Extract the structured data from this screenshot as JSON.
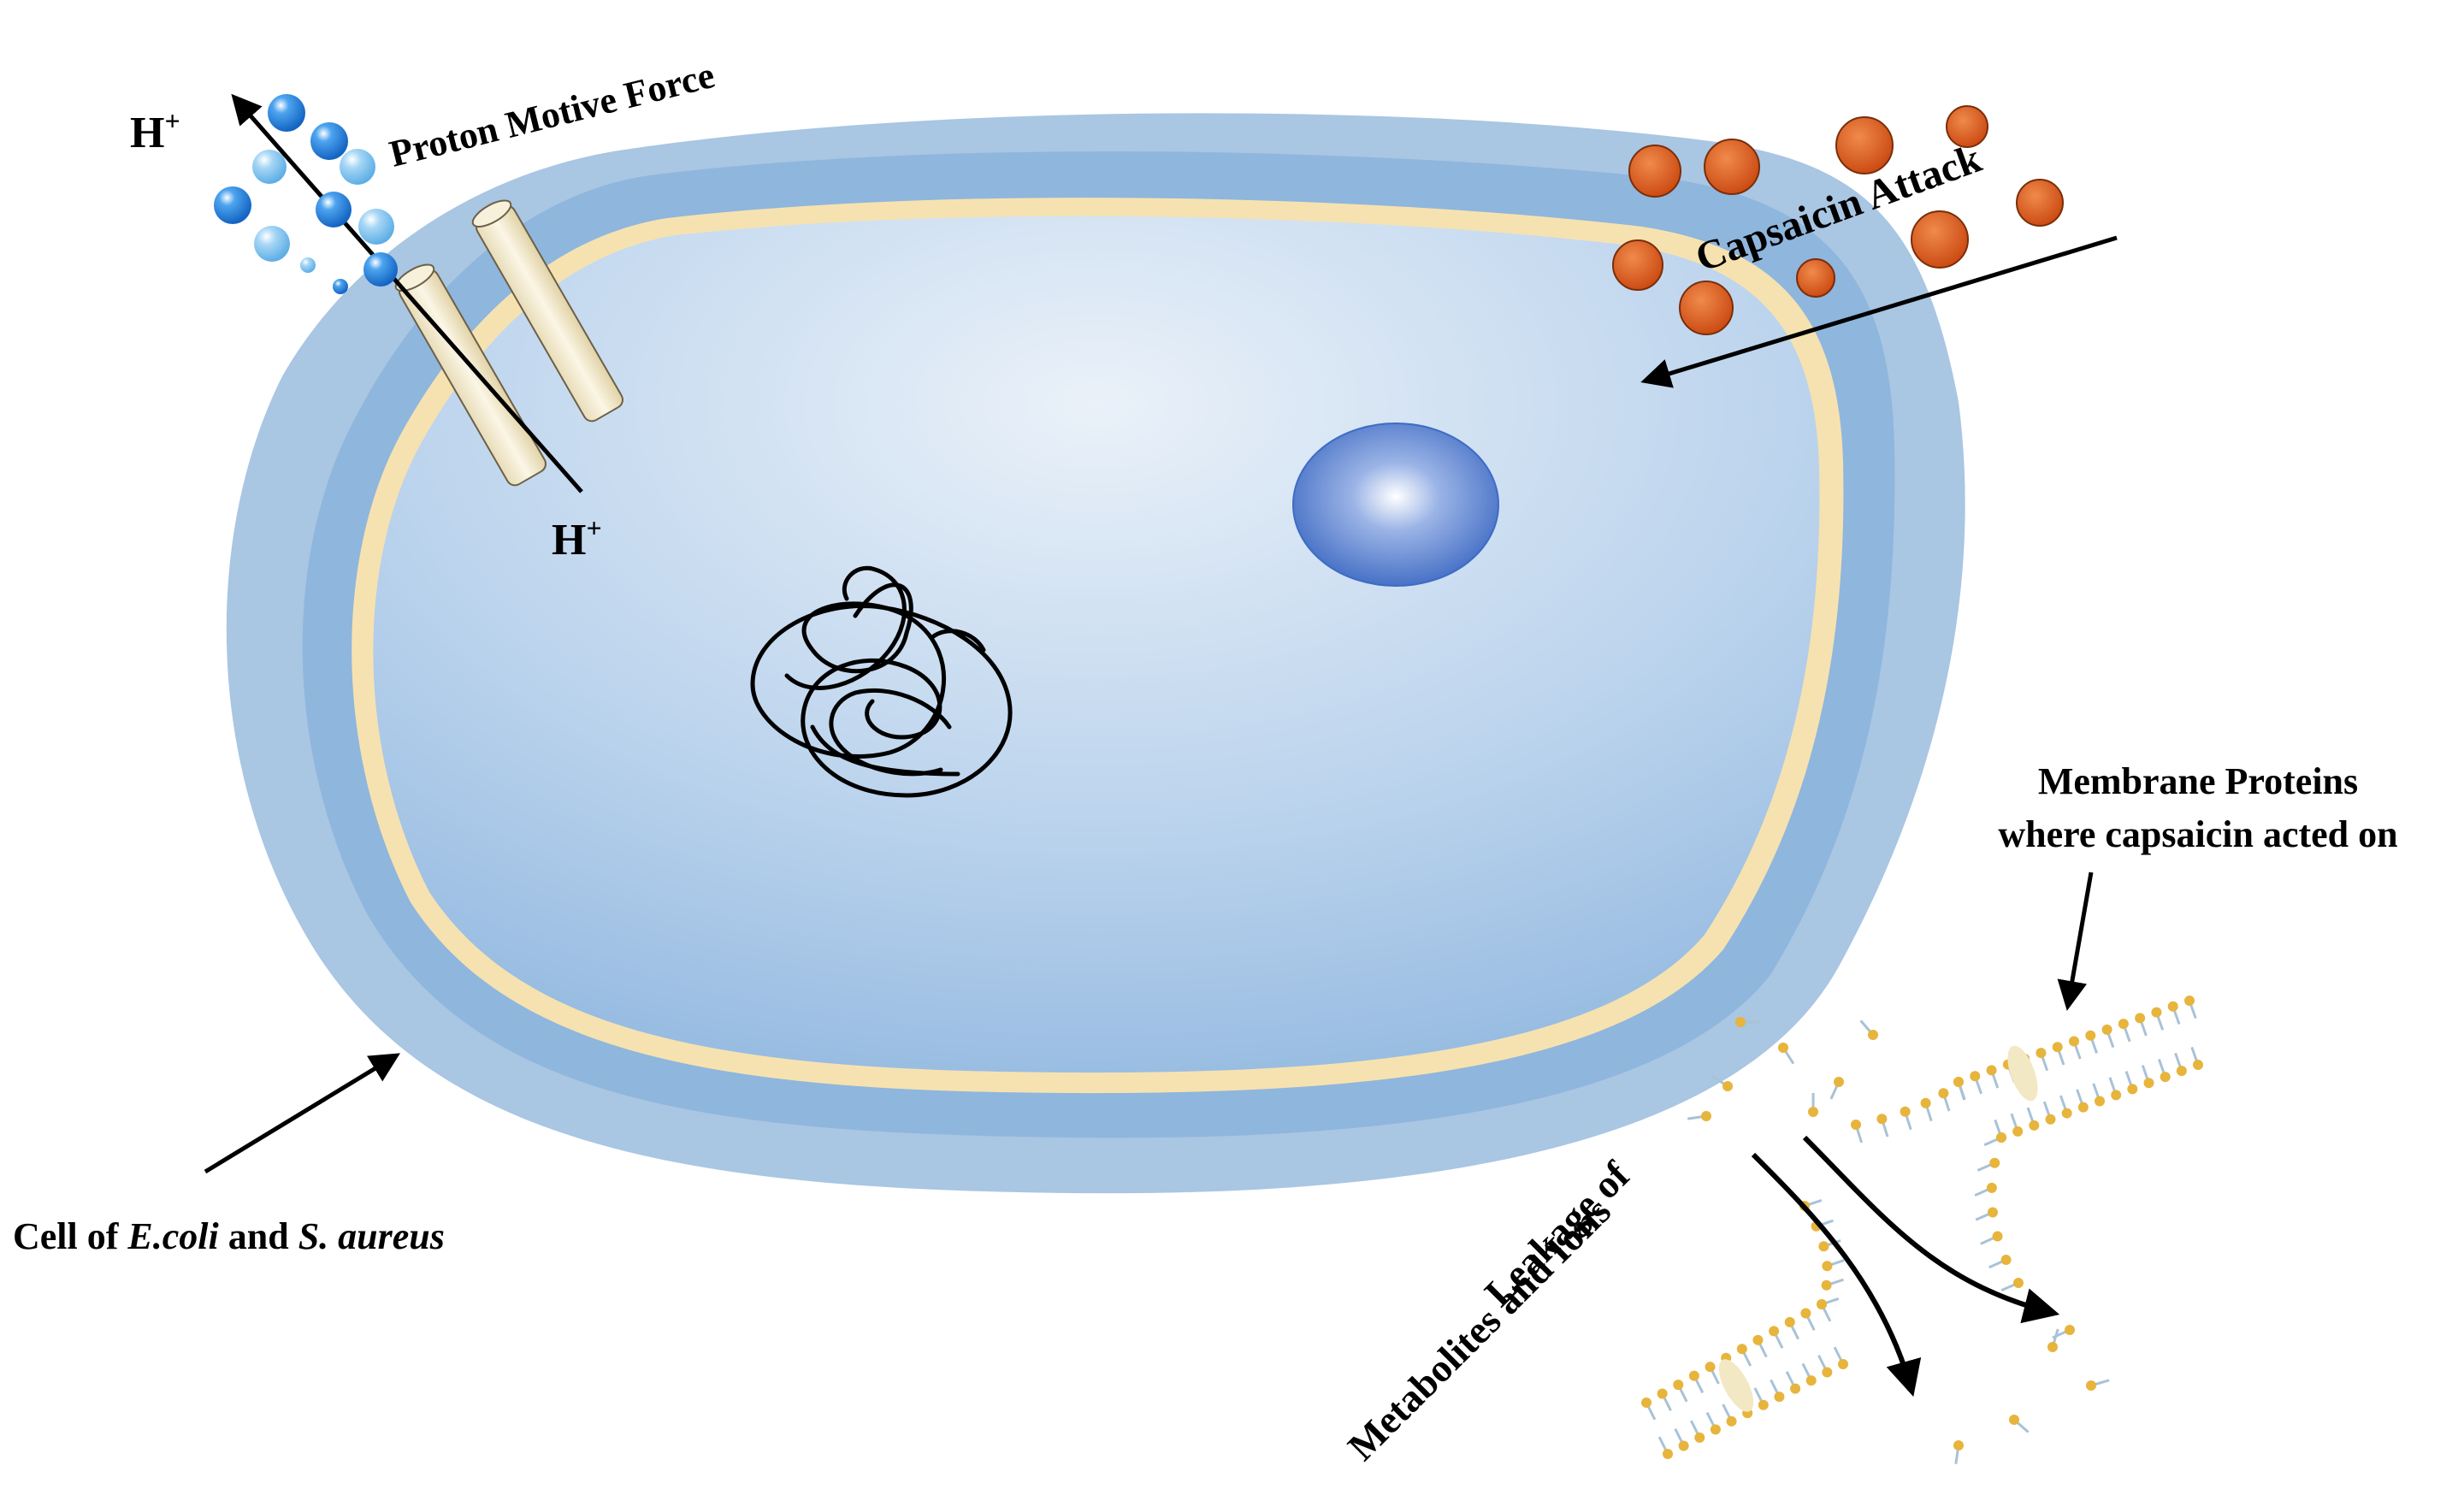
{
  "labels": {
    "proton_motive_force": "Proton Motive Force",
    "h_plus_out": "H",
    "h_plus_in": "H",
    "plus": "+",
    "capsaicin_attack": "Capsaicin Attack",
    "membrane_proteins_line1": "Membrane Proteins",
    "membrane_proteins_line2": "where capsaicin acted on",
    "leakage_line1": "Leakage of",
    "leakage_line2": "Metabolites and Ions",
    "cell_caption_prefix": "Cell of ",
    "cell_caption_ecoli": "E.coli",
    "cell_caption_mid": " and ",
    "cell_caption_saureus": "S. aureus"
  },
  "colors": {
    "outer_wall": "#a9c6e3",
    "inner_wall": "#8fb6dd",
    "membrane": "#f6e2b0",
    "cytoplasm_light": "#e6eef8",
    "cytoplasm_dark": "#97bce0",
    "vesicle": "#3d6cc4",
    "capsaicin": "#d9531b",
    "proton_dark": "#1e7fd8",
    "proton_light": "#7cc0ec",
    "channel": "#f3ebd2",
    "lipid_head": "#e7b43c",
    "lipid_tail": "#a9c2d6"
  }
}
